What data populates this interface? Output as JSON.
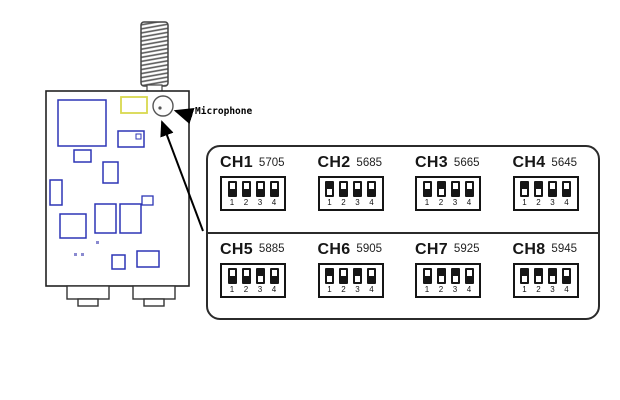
{
  "diagram": {
    "microphone_label": "Microphone"
  },
  "table": {
    "switch_numbers": [
      "1",
      "2",
      "3",
      "4"
    ],
    "channels": [
      {
        "label": "CH1",
        "frequency": "5705",
        "switches": [
          "up",
          "up",
          "up",
          "up"
        ]
      },
      {
        "label": "CH2",
        "frequency": "5685",
        "switches": [
          "down",
          "up",
          "up",
          "up"
        ]
      },
      {
        "label": "CH3",
        "frequency": "5665",
        "switches": [
          "up",
          "down",
          "up",
          "up"
        ]
      },
      {
        "label": "CH4",
        "frequency": "5645",
        "switches": [
          "down",
          "down",
          "up",
          "up"
        ]
      },
      {
        "label": "CH5",
        "frequency": "5885",
        "switches": [
          "up",
          "up",
          "down",
          "up"
        ]
      },
      {
        "label": "CH6",
        "frequency": "5905",
        "switches": [
          "down",
          "up",
          "down",
          "up"
        ]
      },
      {
        "label": "CH7",
        "frequency": "5925",
        "switches": [
          "up",
          "down",
          "down",
          "up"
        ]
      },
      {
        "label": "CH8",
        "frequency": "5945",
        "switches": [
          "down",
          "down",
          "down",
          "up"
        ]
      }
    ]
  },
  "colors": {
    "component_blue": "#2d35b5",
    "highlight_yellow": "#d9d94e",
    "line_black": "#222222"
  }
}
